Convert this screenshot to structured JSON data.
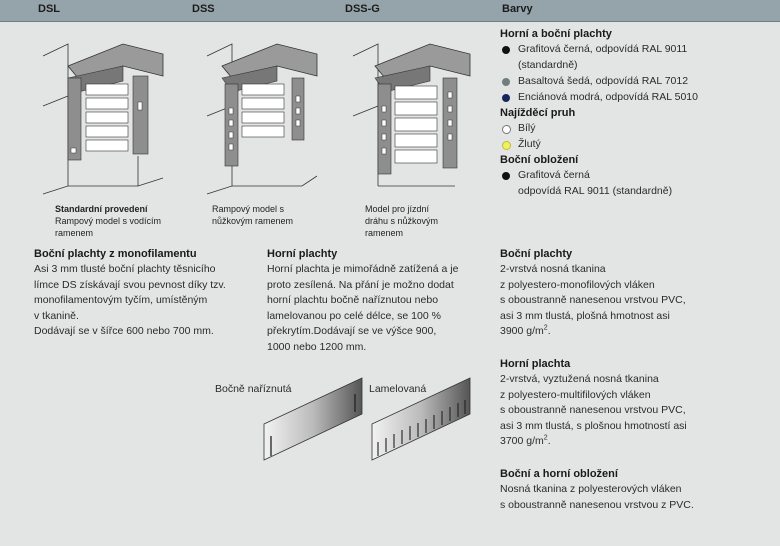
{
  "header": {
    "dsl": "DSL",
    "dss": "DSS",
    "dssg": "DSS-G",
    "barvy": "Barvy"
  },
  "models": [
    {
      "title": "Standardní provedení",
      "desc1": "Rampový model s vodícím",
      "desc2": "ramenem"
    },
    {
      "title": "",
      "desc1": "Rampový model s",
      "desc2": "nůžkovým ramenem"
    },
    {
      "title": "",
      "desc1": "Model pro jízdní",
      "desc2": "dráhu s nůžkovým",
      "desc3": "ramenem"
    }
  ],
  "colors": {
    "h1": "Horní a boční plachty",
    "i1": "Grafitová černá, odpovídá RAL 9011",
    "i1b": "(standardně)",
    "i2": "Basaltová šedá, odpovídá RAL 7012",
    "i3": "Enciánová modrá, odpovídá RAL 5010",
    "h2": "Najížděcí pruh",
    "i4": "Bílý",
    "i5": "Žlutý",
    "h3": "Boční obložení",
    "i6": "Grafitová černá",
    "i6b": "odpovídá RAL 9011 (standardně)",
    "swatches": {
      "graphite": "#111111",
      "basalt": "#6e7f7c",
      "gentian": "#14275e",
      "white": "#ffffff",
      "yellow": "#f1f15a"
    }
  },
  "mono": {
    "title": "Boční plachty z monofilamentu",
    "l1": "Asi 3 mm tlusté boční plachty těsnicího",
    "l2": "límce DS získávají svou pevnost díky tzv.",
    "l3": "monofilamentovým tyčím, umístěným",
    "l4": "v tkanině.",
    "l5": "Dodávají se v šířce 600 nebo 700 mm."
  },
  "horni": {
    "title": "Horní plachty",
    "l1": "Horní plachta je mimořádně zatížená a je",
    "l2": "proto zesílená. Na přání je možno dodat",
    "l3": "horní plachtu bočně naříznutou nebo",
    "l4": "lamelovanou po celé délce, se 100 %",
    "l5": "překrytím.Dodávají se ve výšce 900,",
    "l6": "1000 nebo 1200 mm."
  },
  "bocni": {
    "title": "Boční plachty",
    "l1": "2-vrstvá nosná tkanina",
    "l2": "z polyestero-monofilových vláken",
    "l3": "s oboustranně nanesenou vrstvou PVC,",
    "l4": "asi 3 mm tlustá, plošná hmotnost asi",
    "l5": "3900 g/m",
    "sup": "2",
    "dot": "."
  },
  "horniPl": {
    "title": "Horní plachta",
    "l1": "2-vrstvá, vyztužená nosná tkanina",
    "l2": "z polyestero-multifilových vláken",
    "l3": "s oboustranně nanesenou vrstvou PVC,",
    "l4": "asi 3 mm tlustá, s plošnou hmotností asi",
    "l5": "3700 g/m",
    "sup": "2",
    "dot": "."
  },
  "oblozeni": {
    "title": "Boční a horní obložení",
    "l1": "Nosná tkanina z polyesterových vláken",
    "l2": "s oboustranně nanesenou vrstvou z PVC."
  },
  "samples": {
    "cut": "Bočně naříznutá",
    "lamel": "Lamelovaná"
  }
}
